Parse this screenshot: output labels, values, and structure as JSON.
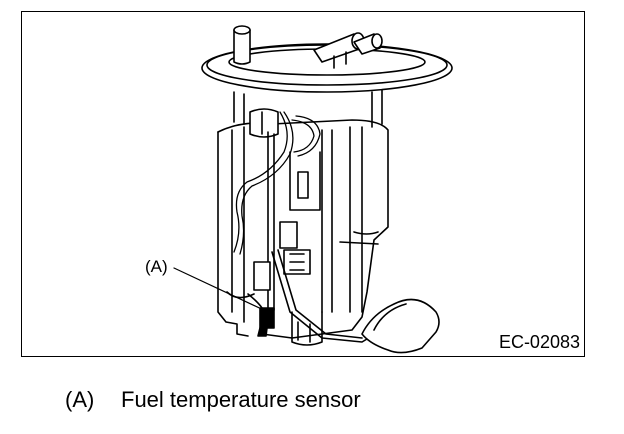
{
  "figure": {
    "callout_label": "(A)",
    "figure_code": "EC-02083"
  },
  "legend": [
    {
      "key": "(A)",
      "text": "Fuel temperature sensor"
    }
  ]
}
